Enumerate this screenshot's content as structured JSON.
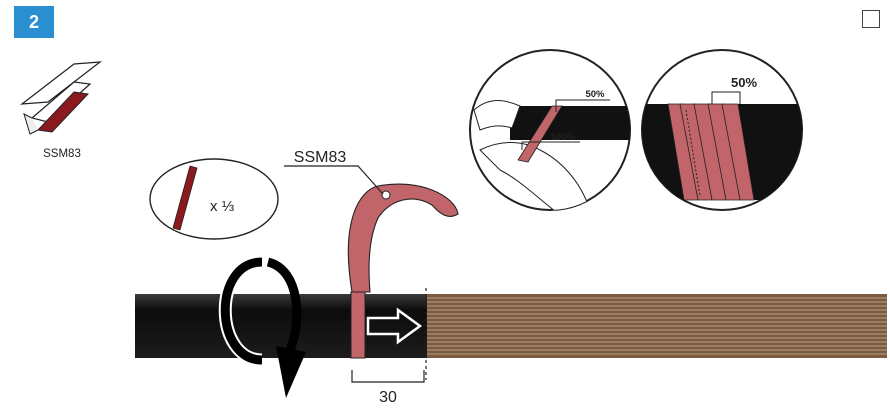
{
  "step": {
    "number": "2"
  },
  "product": {
    "label": "SSM83"
  },
  "tape_label": "SSM83",
  "cut_hint": {
    "text": "x ⅓"
  },
  "dimension": {
    "value": "30"
  },
  "detail_left": {
    "overlap_top": "50%",
    "overlap_bottom": "100%"
  },
  "detail_right": {
    "overlap": "50%"
  },
  "colors": {
    "accent": "#2a8fd0",
    "tape": "#c2656a",
    "tape_dark": "#8b1a1f",
    "cable": "#1a1a1a",
    "conductor": "#8a6a4e"
  },
  "icons": [
    "tape-strip-icon",
    "rotate-arrow-icon",
    "push-arrow-icon",
    "checkbox-icon"
  ]
}
